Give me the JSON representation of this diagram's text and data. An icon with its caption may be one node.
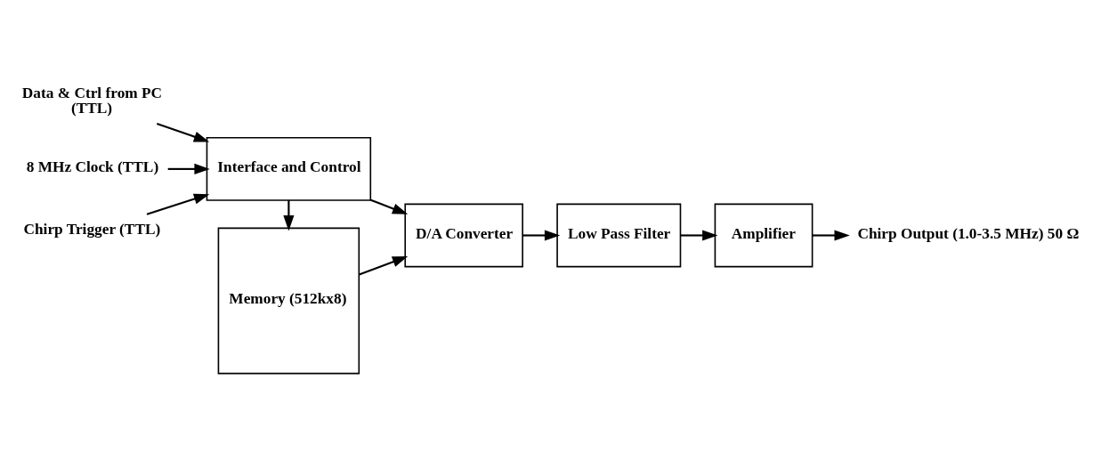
{
  "diagram": {
    "nodes": [
      {
        "text": [
          "Data & Ctrl from PC",
          "(TTL)"
        ]
      },
      {
        "text": [
          "8 MHz Clock (TTL)"
        ]
      },
      {
        "text": [
          "Chirp Trigger (TTL)"
        ]
      },
      {
        "text": [
          "Interface and Control"
        ]
      },
      {
        "text": [
          "Memory (512kx8)"
        ]
      },
      {
        "text": [
          "D/A Converter"
        ]
      },
      {
        "text": [
          "Low Pass Filter"
        ]
      },
      {
        "text": [
          "Amplifier"
        ]
      },
      {
        "text": [
          "Chirp Output (1.0-3.5 MHz) 50 Ω"
        ]
      }
    ],
    "edges": [
      {
        "from": 0,
        "to": 3,
        "arrow": "to"
      },
      {
        "from": 1,
        "to": 3,
        "arrow": "to"
      },
      {
        "from": 2,
        "to": 3,
        "arrow": "to"
      },
      {
        "from": 3,
        "to": 4,
        "arrow": "to"
      },
      {
        "from": 3,
        "to": 5,
        "arrow": "to"
      },
      {
        "from": 4,
        "to": 5,
        "arrow": "to"
      },
      {
        "from": 5,
        "to": 6,
        "arrow": "to"
      },
      {
        "from": 6,
        "to": 7,
        "arrow": "to"
      },
      {
        "from": 7,
        "to": 8,
        "arrow": "to"
      }
    ]
  }
}
